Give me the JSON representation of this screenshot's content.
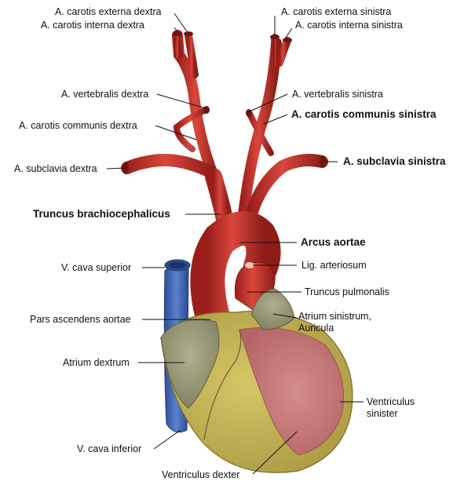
{
  "labels": {
    "carotis_externa_dextra": "A. carotis externa dextra",
    "carotis_interna_dextra": "A. carotis interna dextra",
    "carotis_externa_sinistra": "A. carotis externa sinistra",
    "carotis_interna_sinistra": "A. carotis interna sinistra",
    "vertebralis_dextra": "A. vertebralis dextra",
    "vertebralis_sinistra": "A. vertebralis sinistra",
    "carotis_communis_dextra": "A. carotis  communis dextra",
    "carotis_communis_sinistra": "A. carotis communis sinistra",
    "subclavia_dextra": "A. subclavia dextra",
    "subclavia_sinistra": "A. subclavia sinistra",
    "truncus_brachiocephalicus": "Truncus brachiocephalicus",
    "arcus_aortae": "Arcus aortae",
    "v_cava_superior": "V. cava superior",
    "lig_arteriosum": "Lig. arteriosum",
    "truncus_pulmonalis": "Truncus pulmonalis",
    "pars_ascendens_aortae": "Pars ascendens aortae",
    "atrium_sinistrum_1": "Atrium sinistrum,",
    "atrium_sinistrum_2": "Auricula",
    "atrium_dextrum": "Atrium dextrum",
    "ventriculus_sinister_1": "Ventriculus",
    "ventriculus_sinister_2": "sinister",
    "v_cava_inferior": "V. cava inferior",
    "ventriculus_dexter": "Ventriculus dexter"
  },
  "colors": {
    "artery": "#c8302a",
    "artery_dark": "#8e1d18",
    "vein": "#3f67b8",
    "muscle_yellow": "#c9b85a",
    "ventricle_pink": "#c9777a",
    "atrium_grey": "#9a9a78"
  }
}
